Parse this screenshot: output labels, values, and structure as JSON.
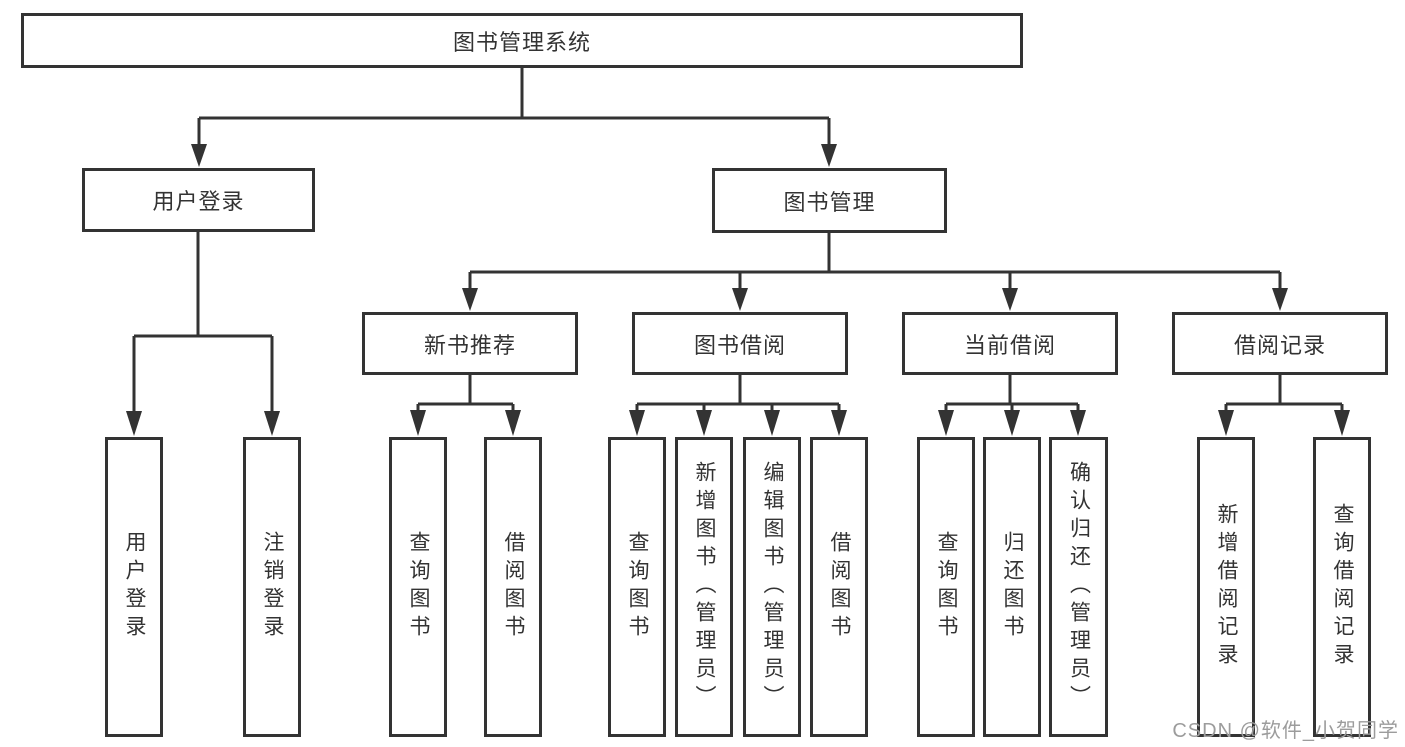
{
  "diagram": {
    "type": "hierarchy-diagram",
    "tree": {
      "root": {
        "label": "图书管理系统",
        "children": [
          {
            "label": "用户登录",
            "children": [
              {
                "label": "用户登录"
              },
              {
                "label": "注销登录"
              }
            ]
          },
          {
            "label": "图书管理",
            "children": [
              {
                "label": "新书推荐",
                "children": [
                  {
                    "label": "查询图书"
                  },
                  {
                    "label": "借阅图书"
                  }
                ]
              },
              {
                "label": "图书借阅",
                "children": [
                  {
                    "label": "查询图书"
                  },
                  {
                    "label": "新增图书（管理员）"
                  },
                  {
                    "label": "编辑图书（管理员）"
                  },
                  {
                    "label": "借阅图书"
                  }
                ]
              },
              {
                "label": "当前借阅",
                "children": [
                  {
                    "label": "查询图书"
                  },
                  {
                    "label": "归还图书"
                  },
                  {
                    "label": "确认归还（管理员）"
                  }
                ]
              },
              {
                "label": "借阅记录",
                "children": [
                  {
                    "label": "新增借阅记录"
                  },
                  {
                    "label": "查询借阅记录"
                  }
                ]
              }
            ]
          }
        ]
      }
    },
    "colors": {
      "line": "#333333",
      "box_border": "#333333",
      "box_background": "#ffffff",
      "text": "#333333",
      "watermark": "#9c9c9c"
    }
  },
  "watermark": {
    "text": "CSDN @软件_小贺同学"
  }
}
